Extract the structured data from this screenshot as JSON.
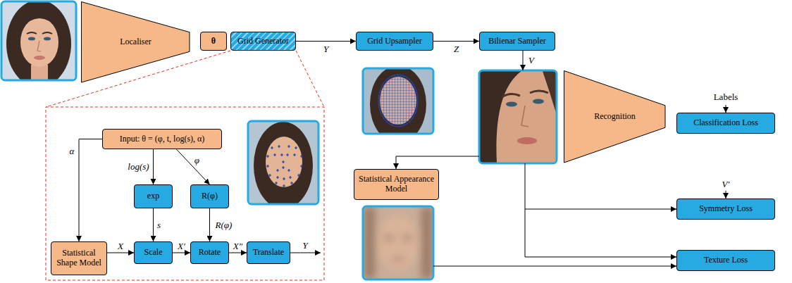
{
  "diagram": {
    "nodes": [
      {
        "text": [
          "Localiser"
        ]
      },
      {
        "text": [
          "θ"
        ]
      },
      {
        "text": [
          "Grid Generator"
        ]
      },
      {
        "text": [
          "Grid Upsampler"
        ]
      },
      {
        "text": [
          "Bilienar Sampler"
        ]
      },
      {
        "text": [
          "Recognition"
        ]
      },
      {
        "text": [
          "Classification Loss"
        ]
      },
      {
        "text": [
          "Statistical Appearance Model"
        ]
      },
      {
        "text": [
          "Symmetry Loss"
        ]
      },
      {
        "text": [
          "Texture Loss"
        ]
      },
      {
        "text": [
          "Input: θ = (φ, t, log(s), α)"
        ]
      },
      {
        "text": [
          "exp"
        ]
      },
      {
        "text": [
          "R(φ)"
        ]
      },
      {
        "text": [
          "Statistical Shape Model"
        ]
      },
      {
        "text": [
          "Scale"
        ]
      },
      {
        "text": [
          "Rotate"
        ]
      },
      {
        "text": [
          "Translate"
        ]
      }
    ],
    "edges": [
      {
        "from": 2,
        "to": 3,
        "arrow": "to",
        "label": "Y"
      },
      {
        "from": 3,
        "to": 4,
        "arrow": "to",
        "label": "Z"
      },
      {
        "from": 10,
        "to": 11,
        "arrow": "to",
        "label": "log(s)"
      },
      {
        "from": 10,
        "to": 12,
        "arrow": "to",
        "label": "φ"
      },
      {
        "from": 10,
        "to": 13,
        "arrow": "to",
        "label": "α"
      },
      {
        "from": 11,
        "to": 14,
        "arrow": "to",
        "label": "s"
      },
      {
        "from": 12,
        "to": 15,
        "arrow": "to",
        "label": "R(φ)"
      },
      {
        "from": 13,
        "to": 14,
        "arrow": "to",
        "label": "X"
      },
      {
        "from": 14,
        "to": 15,
        "arrow": "to",
        "label": "X′"
      },
      {
        "from": 15,
        "to": 16,
        "arrow": "to",
        "label": "X″"
      }
    ],
    "labels": [
      "V",
      "Labels",
      "V′",
      "Y"
    ]
  }
}
